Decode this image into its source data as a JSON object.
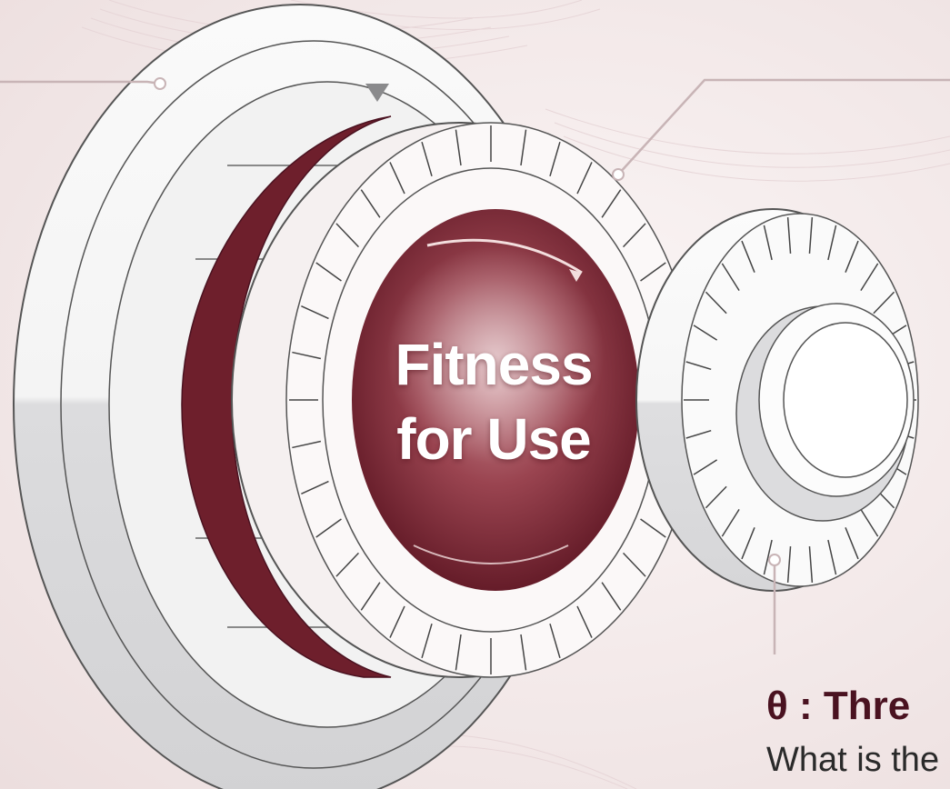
{
  "center": {
    "line1": "Fitness",
    "line2": "for Use"
  },
  "threshold": {
    "title": "θ : Thre",
    "subtitle": "What is the"
  },
  "colors": {
    "maroon": "#6e1f2c",
    "maroon_light": "#a04f5a",
    "title_text": "#4a1220",
    "line": "#7a5a5e",
    "dial_face": "#f7f3f3",
    "dial_shadow": "#d9d9db"
  }
}
